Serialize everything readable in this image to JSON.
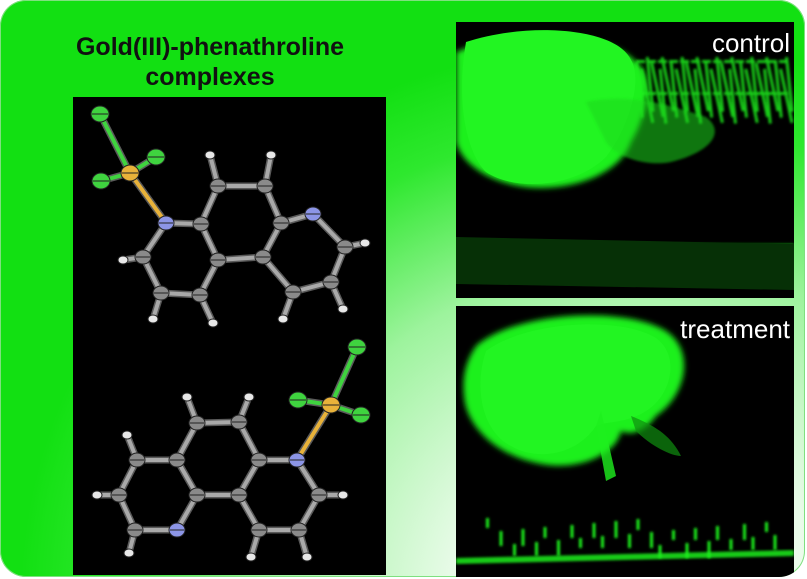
{
  "title": {
    "line1": "Gold(III)-phenathroline",
    "line2": "complexes"
  },
  "panels": {
    "top_label": "control",
    "bottom_label": "treatment"
  },
  "colors": {
    "fluorescence": "#1ef01e",
    "background_green": "#2ee82e",
    "panel": "#000000",
    "gold": "#e8b23a",
    "chlorine": "#3fd33f",
    "nitrogen": "#8c95e6",
    "carbon": "#8a8a8a",
    "hydrogen": "#e8e8e8"
  },
  "molecules": {
    "atom_types": [
      "Au",
      "Cl",
      "N",
      "C",
      "H"
    ]
  }
}
